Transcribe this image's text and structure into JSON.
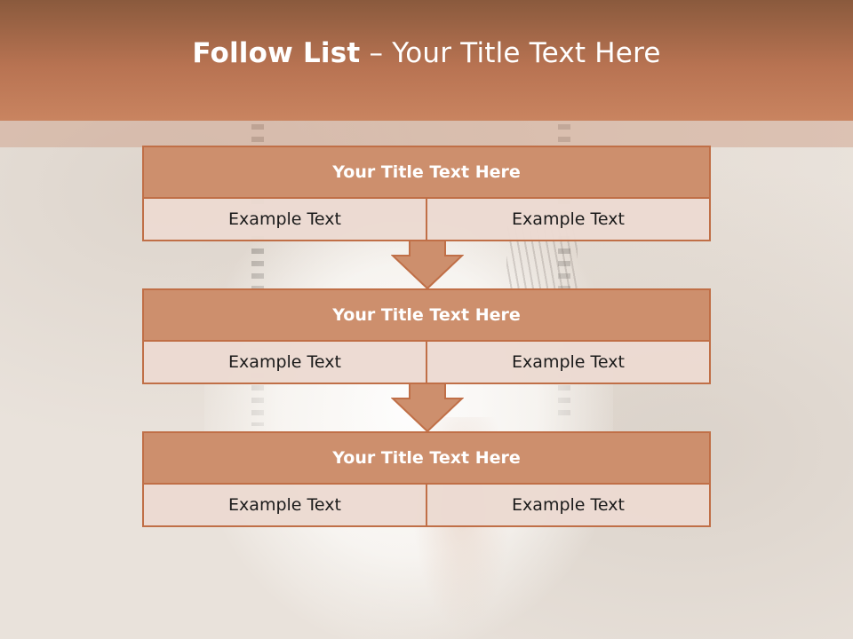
{
  "slide": {
    "title_bold": "Follow List",
    "title_rest": " – Your Title Text Here"
  },
  "steps": [
    {
      "title": "Your Title Text Here",
      "left": "Example Text",
      "right": "Example Text"
    },
    {
      "title": "Your Title Text Here",
      "left": "Example Text",
      "right": "Example Text"
    },
    {
      "title": "Your Title Text Here",
      "left": "Example Text",
      "right": "Example Text"
    }
  ],
  "colors": {
    "header_dark": "#8a5a3d",
    "header_light": "#c98460",
    "accent": "#c06f47",
    "box_title_fill": "#cd8f6d",
    "cell_fill": "#ecdad2"
  }
}
